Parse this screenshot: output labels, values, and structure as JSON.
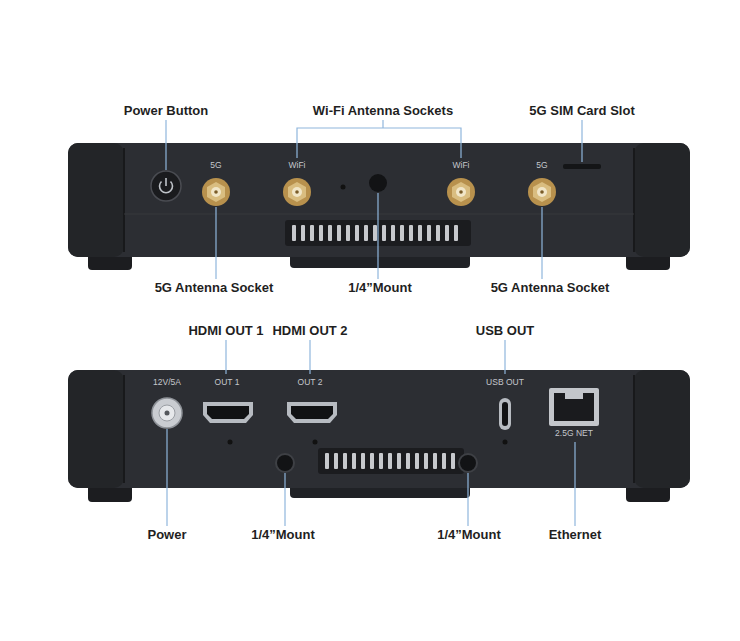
{
  "diagram": {
    "labels": [
      "Power Button",
      "Wi-Fi Antenna Sockets",
      "5G SIM Card Slot",
      "5G",
      "WiFi",
      "WiFi",
      "5G",
      "5G Antenna Socket",
      "1/4”Mount",
      "5G Antenna Socket",
      "HDMI OUT 1",
      "HDMI OUT 2",
      "USB OUT",
      "12V/5A",
      "OUT 1",
      "OUT 2",
      "USB OUT",
      "2.5G NET",
      "Power",
      "1/4”Mount",
      "1/4”Mount",
      "Ethernet"
    ]
  }
}
